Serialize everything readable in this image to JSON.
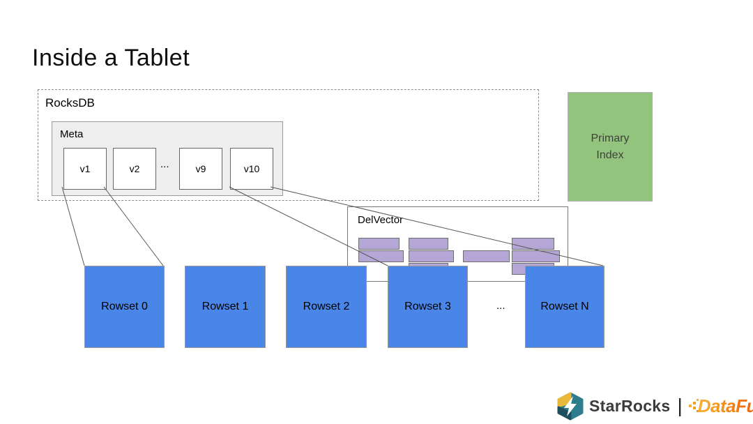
{
  "title": "Inside a Tablet",
  "rocksdb": {
    "label": "RocksDB",
    "meta": {
      "label": "Meta",
      "versions": [
        "v1",
        "v2",
        "v9",
        "v10"
      ],
      "ellipsis": "..."
    },
    "delvector": {
      "label": "DelVector"
    }
  },
  "primary_index": {
    "label": "Primary Index"
  },
  "rowsets": {
    "items": [
      "Rowset 0",
      "Rowset 1",
      "Rowset 2",
      "Rowset 3",
      "Rowset N"
    ],
    "ellipsis": "..."
  },
  "footer": {
    "starrocks": "StarRocks",
    "separator": "|",
    "datafun": "DataFun."
  },
  "colors": {
    "rowset_blue": "#4a86e8",
    "primary_index_green": "#93c47d",
    "delvector_purple": "#b4a7d6",
    "meta_gray": "#eeeeee",
    "dashed_border_gray": "#8a8a8a",
    "connector_gray": "#555555",
    "datafun_orange_start": "#f9b234",
    "datafun_orange_end": "#e8450c",
    "starrocks_text_gray": "#3b3b3b",
    "starrocks_teal": "#2e7d8c",
    "starrocks_dark": "#1d4f5e",
    "starrocks_yellow": "#e9b93b"
  }
}
